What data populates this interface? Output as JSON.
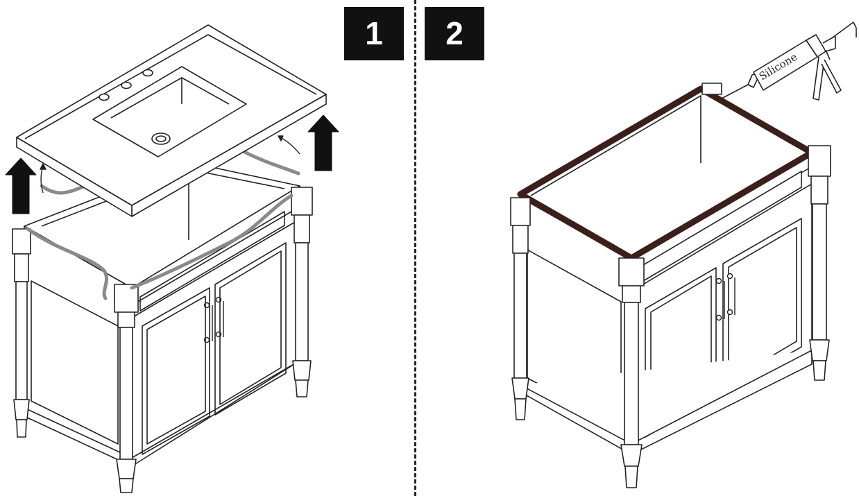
{
  "steps": [
    {
      "number": "1"
    },
    {
      "number": "2"
    }
  ],
  "silicone_label": "Silicone",
  "colors": {
    "line": "#222222",
    "cord": "#8a8a8a",
    "seal": "#3a1f1a",
    "badge": "#111111"
  },
  "icons": [
    "up-arrow-icon",
    "caulk-gun-icon"
  ]
}
